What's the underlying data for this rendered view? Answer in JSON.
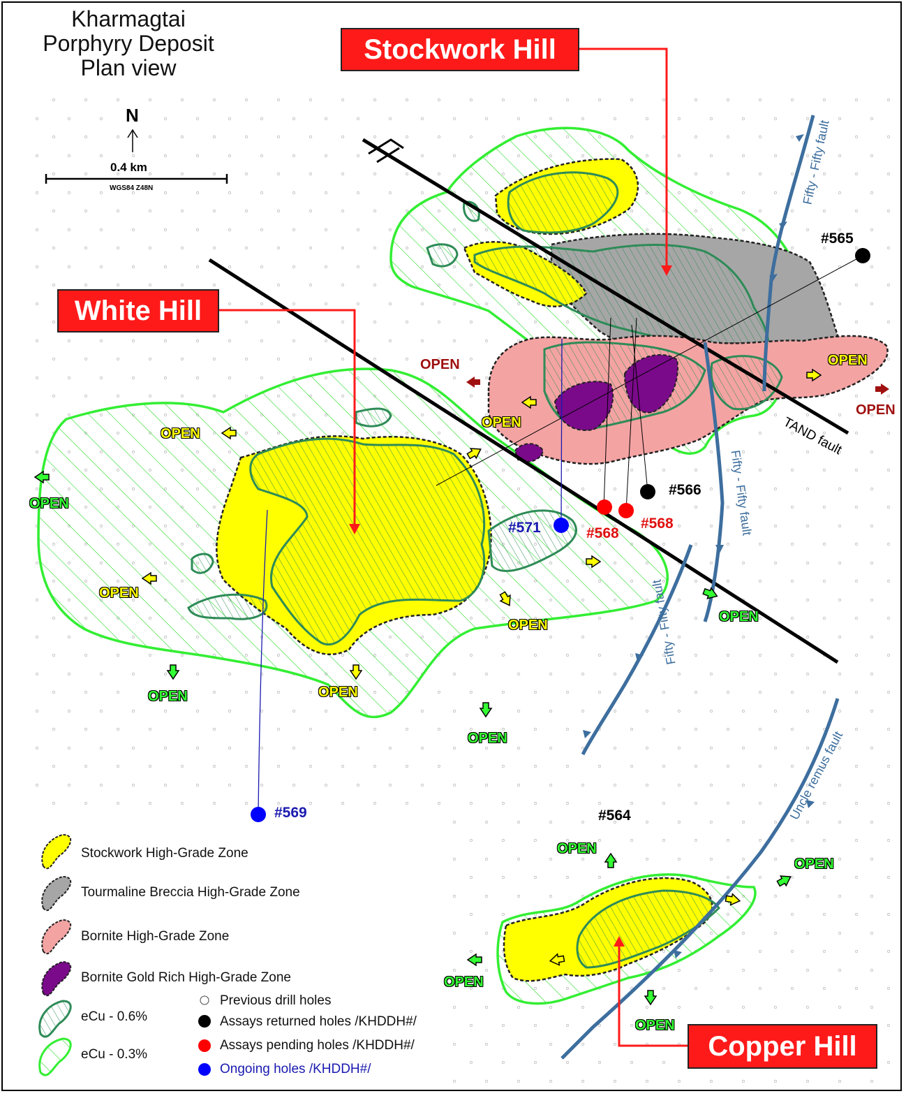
{
  "title": {
    "line1": "Kharmagtai",
    "line2": "Porphyry Deposit",
    "line3": "Plan view"
  },
  "scale": {
    "north": "N",
    "distance": "0.4 km",
    "datum": "WGS84 Z48N"
  },
  "callouts": {
    "stockwork": "Stockwork Hill",
    "white": "White Hill",
    "copper": "Copper Hill"
  },
  "open_label": "OPEN",
  "holes": {
    "h565": "#565",
    "h566": "#566",
    "h568a": "#568",
    "h568b": "#568",
    "h571": "#571",
    "h569": "#569",
    "h564": "#564"
  },
  "faults": {
    "fifty1": "Fifty - Fifty fault",
    "fifty2": "Fifty - Fifty fault",
    "fifty3": "Fifty - Fifty fault",
    "tand": "TAND fault",
    "uncle": "Uncle remus fault"
  },
  "legend": {
    "stockwork": "Stockwork High-Grade Zone",
    "tourmaline": "Tourmaline Breccia High-Grade Zone",
    "bornite": "Bornite High-Grade Zone",
    "bornite_gold": "Bornite Gold Rich High-Grade Zone",
    "ecu06": "eCu - 0.6%",
    "ecu03": "eCu - 0.3%",
    "previous": "Previous drill holes",
    "returned": "Assays returned holes /KHDDH#/",
    "pending": "Assays pending holes /KHDDH#/",
    "ongoing": "Ongoing holes /KHDDH#/"
  },
  "colors": {
    "stockwork": "#ffff00",
    "tourmaline": "#a6a6a6",
    "bornite": "#f4a3a3",
    "bornite_gold": "#7a0a8a",
    "ecu06": "#2e8b57",
    "ecu03": "#33ee33",
    "callout": "#ff1a1a",
    "fault_blue": "#3d6e9e",
    "hole_black": "#000000",
    "hole_red": "#ff0000",
    "hole_blue": "#0000ff"
  }
}
